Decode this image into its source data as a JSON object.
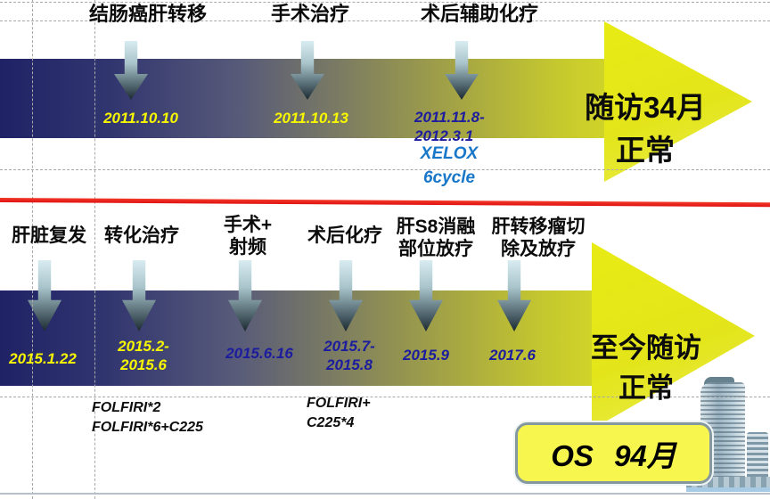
{
  "timeline1": {
    "follow_up_label": "随访34月正常",
    "events": [
      {
        "label": "结肠癌肝转移",
        "date": "2011.10.10"
      },
      {
        "label": "手术治疗",
        "date": "2011.10.13"
      },
      {
        "label": "术后辅助化疗",
        "date": "2011.11.8-\n2012.3.1",
        "regimen": "XELOX\n6cycle"
      }
    ]
  },
  "timeline2": {
    "follow_up_label": "至今随访正常",
    "os_label": "OS 94月",
    "events": [
      {
        "label": "肝脏复发",
        "date": "2015.1.22"
      },
      {
        "label": "转化治疗",
        "date": "2015.2-\n2015.6",
        "regimen": "FOLFIRI*2\nFOLFIRI*6+C225"
      },
      {
        "label": "手术+\n射频",
        "date": "2015.6.16"
      },
      {
        "label": "术后化疗",
        "date": "2015.7-\n2015.8",
        "regimen": "FOLFIRI+\nC225*4"
      },
      {
        "label": "肝S8消融\n部位放疗",
        "date": "2015.9"
      },
      {
        "label": "肝转移瘤切\n除及放疗",
        "date": "2017.6"
      }
    ]
  },
  "colors": {
    "arrow_navy": "#1f2366",
    "arrow_yellow_head": "#e3e51a",
    "red_divider": "#e01111",
    "date_yellow": "#f7f701",
    "date_blue": "#1c1c9e",
    "regimen_blue": "#1877c8",
    "os_badge_bg": "#f7f64e",
    "marker_teal_light": "#d8ecf1",
    "marker_teal_dark": "#1b2930"
  }
}
